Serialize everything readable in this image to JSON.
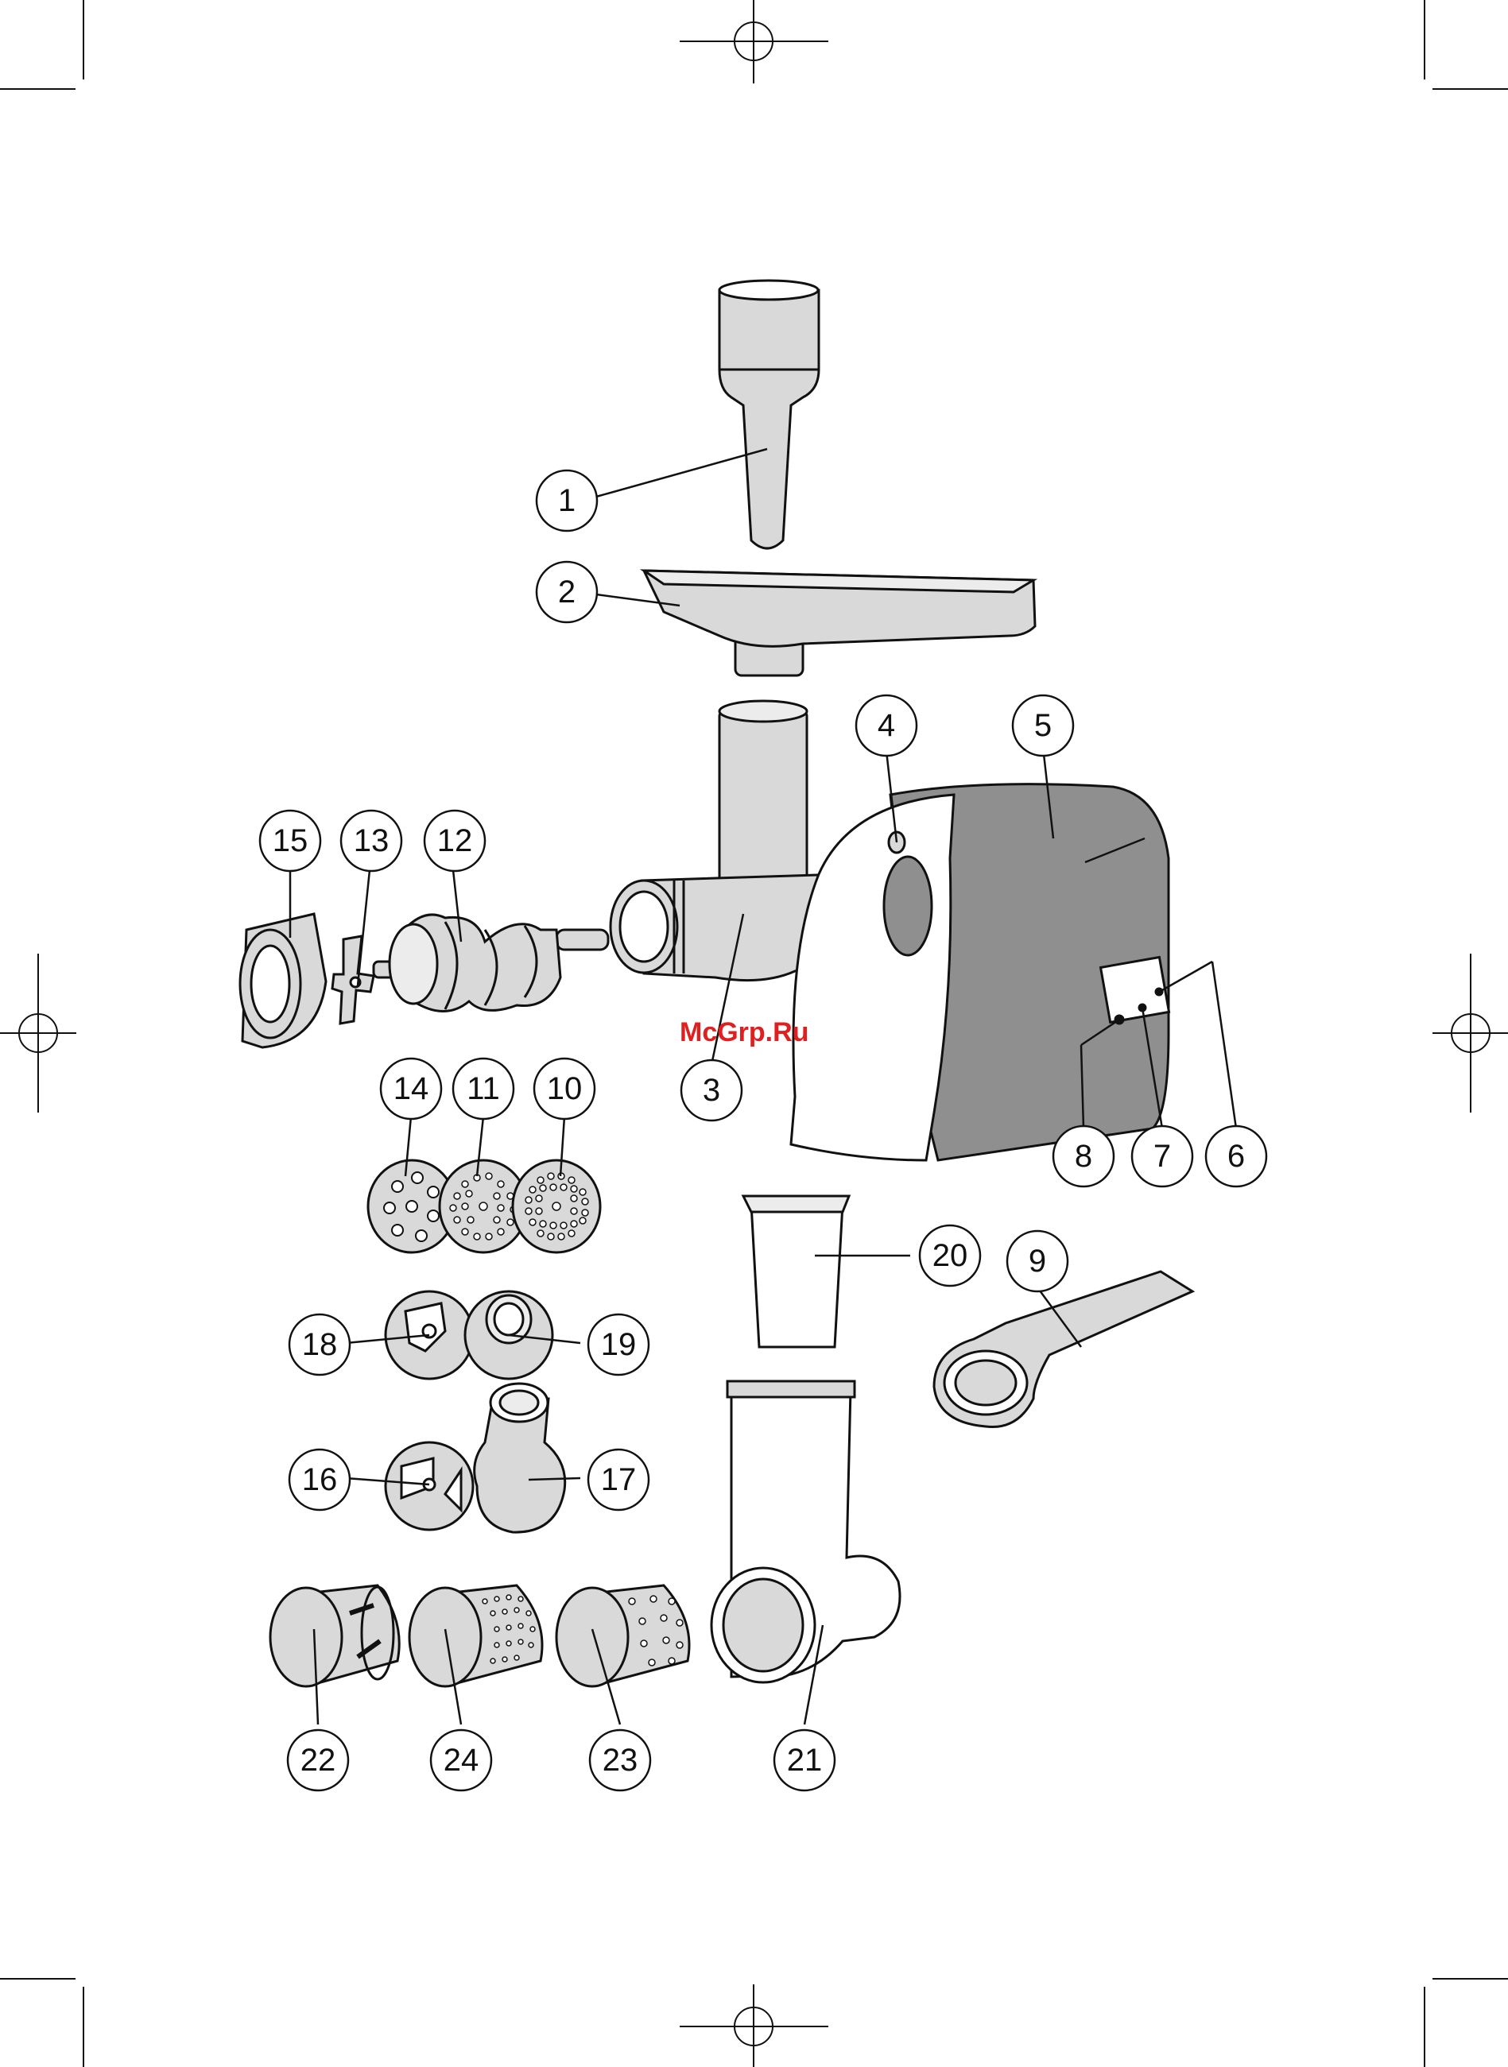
{
  "watermark": {
    "text": "McGrp.Ru",
    "color": "#e02020"
  },
  "colors": {
    "part_fill": "#d9d9d9",
    "dark_fill": "#8f8f8f",
    "line": "#111111",
    "light": "#ffffff"
  },
  "callouts": [
    {
      "id": "c1",
      "label": "1"
    },
    {
      "id": "c2",
      "label": "2"
    },
    {
      "id": "c3",
      "label": "3"
    },
    {
      "id": "c4",
      "label": "4"
    },
    {
      "id": "c5",
      "label": "5"
    },
    {
      "id": "c6",
      "label": "6"
    },
    {
      "id": "c7",
      "label": "7"
    },
    {
      "id": "c8",
      "label": "8"
    },
    {
      "id": "c9",
      "label": "9"
    },
    {
      "id": "c10",
      "label": "10"
    },
    {
      "id": "c11",
      "label": "11"
    },
    {
      "id": "c12",
      "label": "12"
    },
    {
      "id": "c13",
      "label": "13"
    },
    {
      "id": "c14",
      "label": "14"
    },
    {
      "id": "c15",
      "label": "15"
    },
    {
      "id": "c16",
      "label": "16"
    },
    {
      "id": "c17",
      "label": "17"
    },
    {
      "id": "c18",
      "label": "18"
    },
    {
      "id": "c19",
      "label": "19"
    },
    {
      "id": "c20",
      "label": "20"
    },
    {
      "id": "c21",
      "label": "21"
    },
    {
      "id": "c22",
      "label": "22"
    },
    {
      "id": "c23",
      "label": "23"
    },
    {
      "id": "c24",
      "label": "24"
    }
  ]
}
